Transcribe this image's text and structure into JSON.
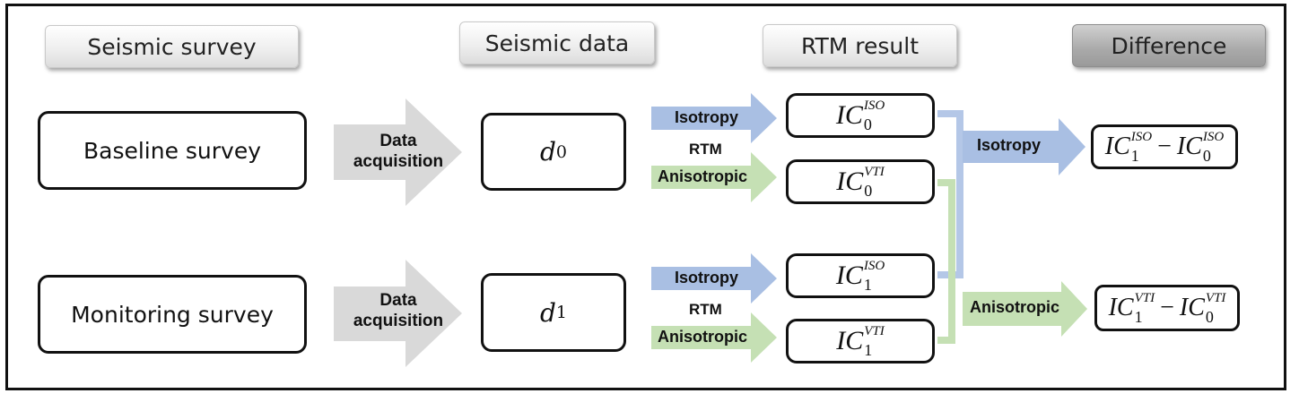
{
  "headers": {
    "seismic_survey": "Seismic survey",
    "seismic_data": "Seismic data",
    "rtm_result": "RTM result",
    "difference": "Difference"
  },
  "surveys": {
    "baseline": "Baseline survey",
    "monitoring": "Monitoring survey"
  },
  "acquisition": {
    "line1": "Data",
    "line2": "acquisition"
  },
  "data": {
    "d0": {
      "symbol": "d",
      "sub": "0"
    },
    "d1": {
      "symbol": "d",
      "sub": "1"
    }
  },
  "rtm": {
    "label": "RTM",
    "isotropy": "Isotropy",
    "anisotropic": "Anisotropic"
  },
  "results": {
    "ic0_iso": {
      "base": "IC",
      "sup": "ISO",
      "sub": "0"
    },
    "ic0_vti": {
      "base": "IC",
      "sup": "VTI",
      "sub": "0"
    },
    "ic1_iso": {
      "base": "IC",
      "sup": "ISO",
      "sub": "1"
    },
    "ic1_vti": {
      "base": "IC",
      "sup": "VTI",
      "sub": "1"
    }
  },
  "difference": {
    "isotropy_label": "Isotropy",
    "anisotropic_label": "Anisotropic",
    "minus": "−",
    "iso_a": {
      "base": "IC",
      "sup": "ISO",
      "sub": "1"
    },
    "iso_b": {
      "base": "IC",
      "sup": "ISO",
      "sub": "0"
    },
    "vti_a": {
      "base": "IC",
      "sup": "VTI",
      "sub": "1"
    },
    "vti_b": {
      "base": "IC",
      "sup": "VTI",
      "sub": "0"
    }
  },
  "colors": {
    "isotropy_arrow": "#a9bfe3",
    "anisotropic_arrow": "#c5e0b4",
    "acquisition_arrow": "#d9d9d9",
    "iso_connector": "#b4c7e7",
    "vti_connector": "#c5e0b4"
  }
}
